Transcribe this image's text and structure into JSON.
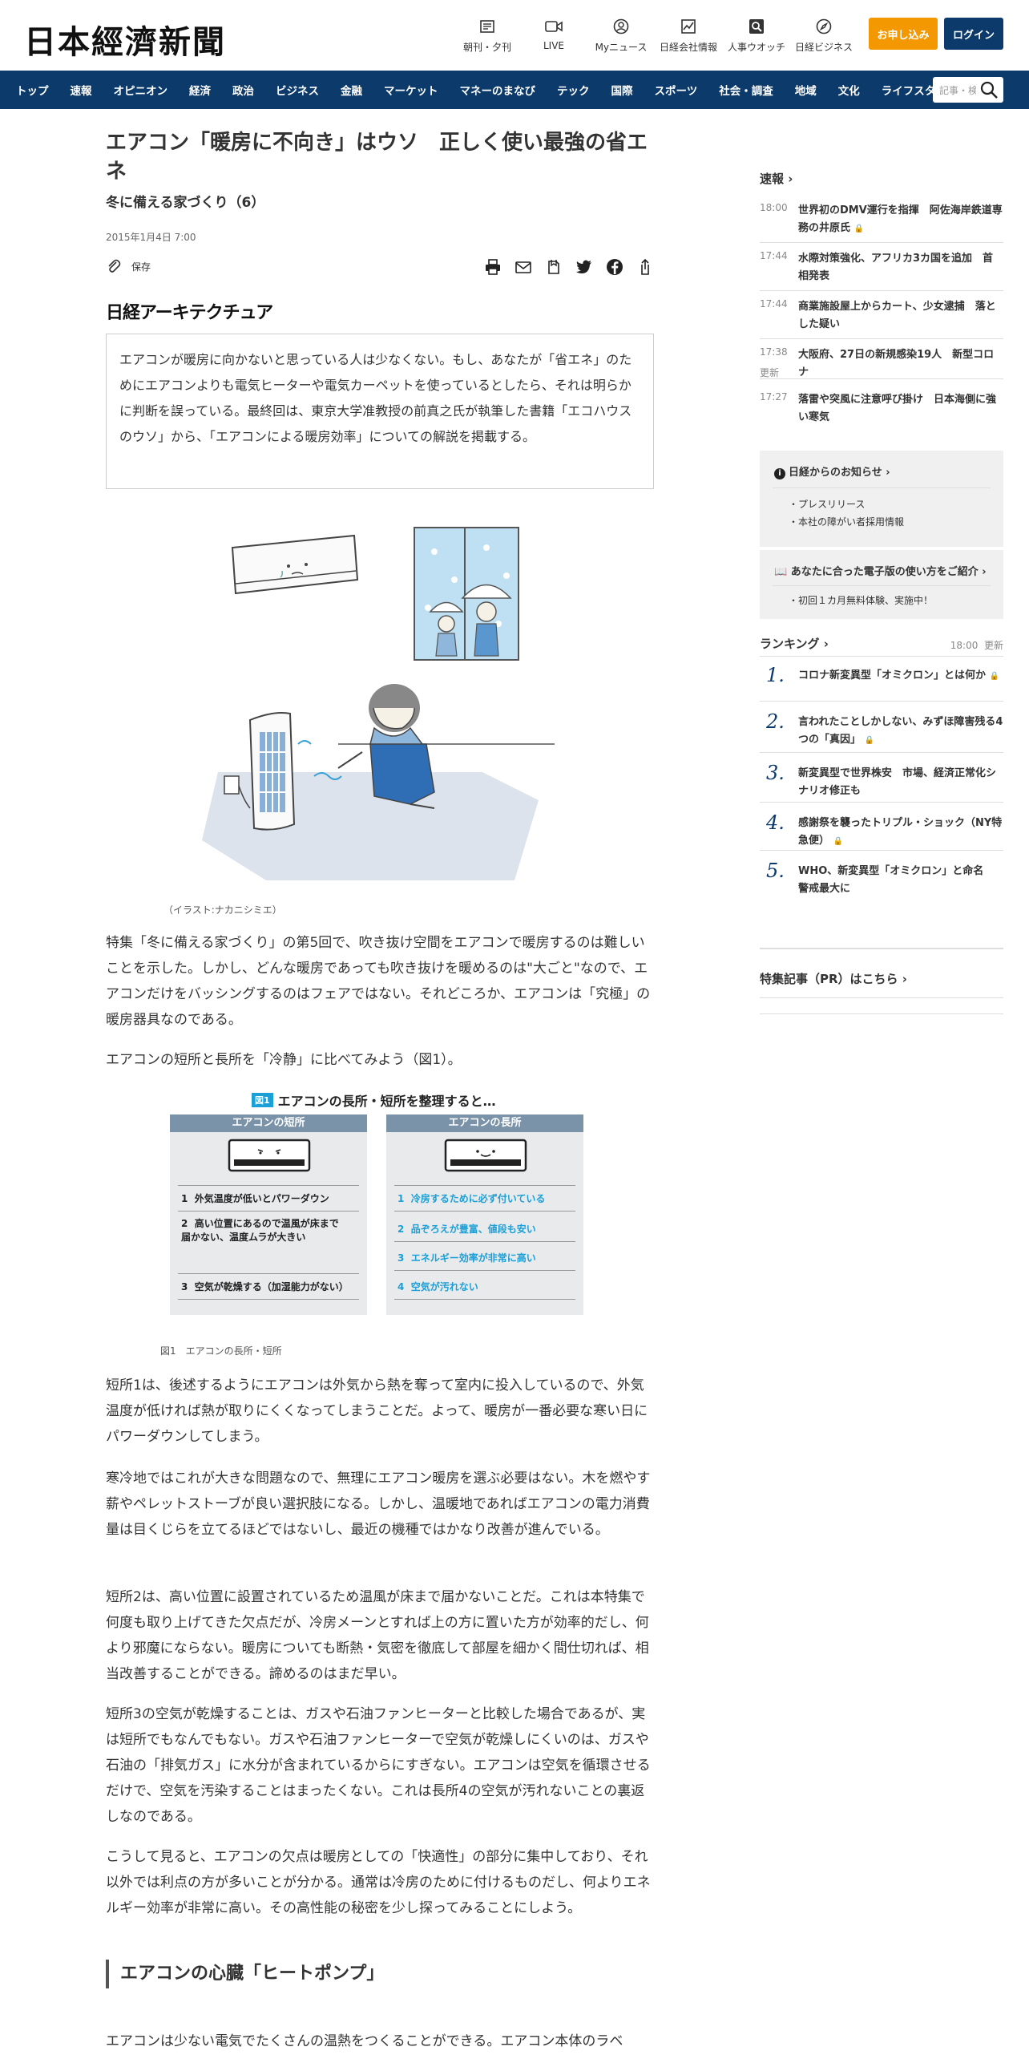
{
  "header": {
    "logo": "日本經濟新聞",
    "nav": [
      {
        "label": "朝刊・夕刊",
        "icon": "newspaper-icon"
      },
      {
        "label": "LIVE",
        "icon": "video-icon"
      },
      {
        "label": "Myニュース",
        "icon": "user-icon"
      },
      {
        "label": "日経会社情報",
        "icon": "chart-icon"
      },
      {
        "label": "人事ウオッチ",
        "icon": "search-box-icon"
      },
      {
        "label": "日経ビジネス",
        "icon": "compass-icon"
      }
    ],
    "subscribe": "お申し込み",
    "login": "ログイン"
  },
  "navbar": {
    "items": [
      "トップ",
      "速報",
      "オピニオン",
      "経済",
      "政治",
      "ビジネス",
      "金融",
      "マーケット",
      "マネーのまなび",
      "テック",
      "国際",
      "スポーツ",
      "社会・調査",
      "地域",
      "文化",
      "ライフスタイル"
    ],
    "search_placeholder": "記事・検索"
  },
  "article": {
    "title": "エアコン「暖房に不向き」はウソ　正しく使い最強の省エネ",
    "subtitle": "冬に備える家づくり（6）",
    "date": "2015年1月4日 7:00",
    "save": "保存",
    "brand": "日経アーキテクチュア",
    "lead": "エアコンが暖房に向かないと思っている人は少なくない。もし、あなたが「省エネ」のためにエアコンよりも電気ヒーターや電気カーペットを使っているとしたら、それは明らかに判断を誤っている。最終回は、東京大学准教授の前真之氏が執筆した書籍「エコハウスのウソ」から、「エアコンによる暖房効率」についての解説を掲載する。",
    "illus_caption": "（イラスト:ナカニシミエ）",
    "p1": "特集「冬に備える家づくり」の第5回で、吹き抜け空間をエアコンで暖房するのは難しいことを示した。しかし、どんな暖房であっても吹き抜けを暖めるのは\"大ごと\"なので、エアコンだけをバッシングするのはフェアではない。それどころか、エアコンは「究極」の暖房器具なのである。",
    "p2": "エアコンの短所と長所を「冷静」に比べてみよう（図1）。",
    "fig_caption": "図1　エアコンの長所・短所",
    "p3": "短所1は、後述するようにエアコンは外気から熱を奪って室内に投入しているので、外気温度が低ければ熱が取りにくくなってしまうことだ。よって、暖房が一番必要な寒い日にパワーダウンしてしまう。",
    "p4": "寒冷地ではこれが大きな問題なので、無理にエアコン暖房を選ぶ必要はない。木を燃やす薪やペレットストーブが良い選択肢になる。しかし、温暖地であればエアコンの電力消費量は目くじらを立てるほどではないし、最近の機種ではかなり改善が進んでいる。",
    "p5": "短所2は、高い位置に設置されているため温風が床まで届かないことだ。これは本特集で何度も取り上げてきた欠点だが、冷房メーンとすれば上の方に置いた方が効率的だし、何より邪魔にならない。暖房についても断熱・気密を徹底して部屋を細かく間仕切れば、相当改善することができる。諦めるのはまだ早い。",
    "p6": "短所3の空気が乾燥することは、ガスや石油ファンヒーターと比較した場合であるが、実は短所でもなんでもない。ガスや石油ファンヒーターで空気が乾燥しにくいのは、ガスや石油の「排気ガス」に水分が含まれているからにすぎない。エアコンは空気を循環させるだけで、空気を汚染することはまったくない。これは長所4の空気が汚れないことの裏返しなのである。",
    "p7": "こうして見ると、エアコンの欠点は暖房としての「快適性」の部分に集中しており、それ以外では利点の方が多いことが分かる。通常は冷房のために付けるものだし、何よりエネルギー効率が非常に高い。その高性能の秘密を少し探ってみることにしよう。",
    "h2": "エアコンの心臓「ヒートポンプ」",
    "p8": "エアコンは少ない電気でたくさんの温熱をつくることができる。エアコン本体のラベ"
  },
  "figure": {
    "badge": "図1",
    "title": "エアコンの長所・短所を整理すると…",
    "cons_header": "エアコンの短所",
    "pros_header": "エアコンの長所",
    "cons": [
      {
        "n": "1",
        "text": "外気温度が低いとパワーダウン"
      },
      {
        "n": "2",
        "text": "高い位置にあるので温風が床まで届かない、温度ムラが大きい"
      },
      {
        "n": "3",
        "text": "空気が乾燥する（加湿能力がない）"
      }
    ],
    "pros": [
      {
        "n": "1",
        "text": "冷房するために必ず付いている"
      },
      {
        "n": "2",
        "text": "品ぞろえが豊富、値段も安い"
      },
      {
        "n": "3",
        "text": "エネルギー効率が非常に高い"
      },
      {
        "n": "4",
        "text": "空気が汚れない"
      }
    ],
    "cons_color": "#7a93a8",
    "pros_color": "#7a93a8",
    "pros_text_color": "#1a9fd6"
  },
  "sidebar": {
    "flash_title": "速報",
    "flash": [
      {
        "time": "18:00",
        "headline": "世界初のDMV運行を指揮　阿佐海岸鉄道専務の井原氏",
        "lock": true
      },
      {
        "time": "17:44",
        "headline": "水際対策強化、アフリカ3カ国を追加　首相発表",
        "lock": false
      },
      {
        "time": "17:44",
        "headline": "商業施設屋上からカート、少女逮捕　落とした疑い",
        "lock": false
      },
      {
        "time": "17:38",
        "headline": "大阪府、27日の新規感染19人　新型コロナ",
        "lock": false,
        "updated": "更新"
      },
      {
        "time": "17:27",
        "headline": "落雷や突風に注意呼び掛け　日本海側に強い寒気",
        "lock": false
      }
    ],
    "notice_title": "日経からのお知らせ",
    "notice_items": [
      "プレスリリース",
      "本社の障がい者採用情報"
    ],
    "digital_title": "あなたに合った電子版の使い方をご紹介",
    "digital_items": [
      "初回１カ月無料体験、実施中！"
    ],
    "ranking_title": "ランキング",
    "ranking_time": "18:00",
    "ranking_updated": "更新",
    "ranking": [
      {
        "rank": "1.",
        "headline": "コロナ新変異型「オミクロン」とは何か",
        "lock": true
      },
      {
        "rank": "2.",
        "headline": "言われたことしかしない、みずほ障害残る4つの「真因」",
        "lock": true
      },
      {
        "rank": "3.",
        "headline": "新変異型で世界株安　市場、経済正常化シナリオ修正も",
        "lock": false
      },
      {
        "rank": "4.",
        "headline": "感謝祭を襲ったトリプル・ショック（NY特急便）",
        "lock": true
      },
      {
        "rank": "5.",
        "headline": "WHO、新変異型「オミクロン」と命名　警戒最大に",
        "lock": false
      }
    ],
    "pr_title": "特集記事（PR）はこちら"
  }
}
